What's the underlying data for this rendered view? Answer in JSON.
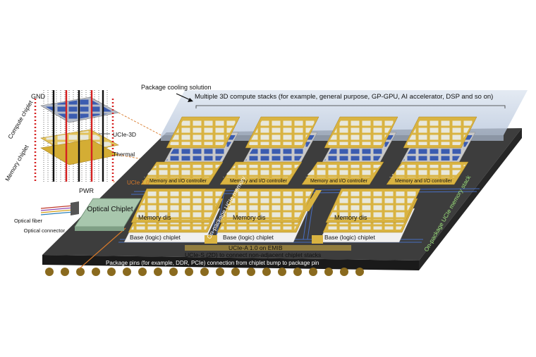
{
  "labels": {
    "gnd": "GND",
    "compute_chiplet": "Compute chiplet",
    "memory_chiplet": "Memory chiplet",
    "ucie_3d": "UCIe-3D",
    "thermal": "Thermal",
    "pwr": "PWR",
    "optical_fiber": "Optical fiber",
    "optical_connector": "Optical connector",
    "optical_chiplet": "Optical Chiplet",
    "cooling": "Package cooling solution",
    "compute_stacks": "Multiple 3D compute stacks (for example, general purpose, GP-GPU, AI accelerator, DSP and so on)",
    "mem_io_controller": "Memory and I/O controller",
    "memory_dis": "Memory dis",
    "base_chiplet": "Base (logic) chiplet",
    "ucie_10": "UCIe 1.0",
    "on_package_ucie_memory": "On-package UCIe memory",
    "on_package_ucie_memory_stack": "On-package UCIe memory stack",
    "ucie_a": "UCIe-A 1.0 on EMIB",
    "ucie_s": "UCIe-S (2D) to connect non-adjacent chiplet stacks",
    "package_pins": "Package pins (for example, DDR, PCIe) connection from chiplet bump to package pin"
  },
  "colors": {
    "substrate_top": "#3a3a3a",
    "substrate_side": "#1e1e1e",
    "gold": "#d9b341",
    "gold_dark": "#a98422",
    "tile": "#e6e6d8",
    "blue_tile": "#3e5fb0",
    "silver": "#9a9a9a",
    "blue_trace": "#4a74d0",
    "pin": "#8a6a1e",
    "cooling": "#c9d4e4"
  }
}
